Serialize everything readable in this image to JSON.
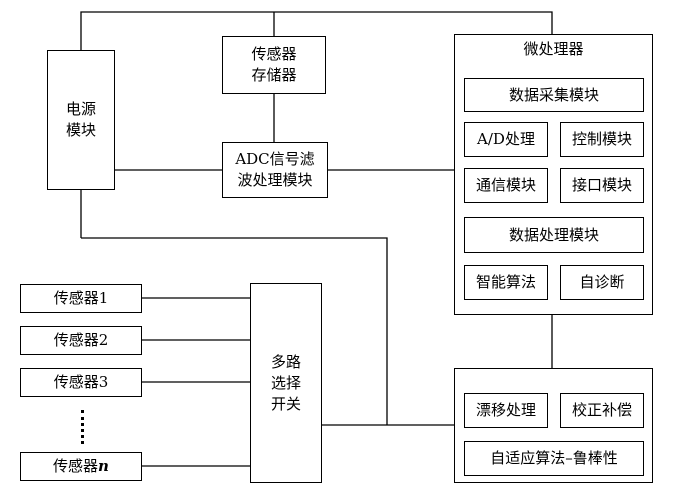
{
  "boxes": {
    "power": "电源\n模块",
    "sensor_memory": "传感器\n存储器",
    "adc_filter": "ADC信号滤\n波处理模块",
    "mcu_title": "微处理器",
    "data_acq": "数据采集模块",
    "ad": "A/D处理",
    "control": "控制模块",
    "comm": "通信模块",
    "interface": "接口模块",
    "data_proc": "数据处理模块",
    "smart_alg": "智能算法",
    "self_diag": "自诊断",
    "mux": "多路\n选择\n开关",
    "drift": "漂移处理",
    "calib": "校正补偿",
    "adaptive": "自适应算法–鲁棒性"
  },
  "sensors": [
    {
      "prefix": "传感器",
      "suffix": "1"
    },
    {
      "prefix": "传感器",
      "suffix": "2"
    },
    {
      "prefix": "传感器",
      "suffix": "3"
    },
    {
      "prefix": "传感器",
      "suffix": "n"
    }
  ],
  "colors": {
    "line": "#000000",
    "fill": "#ffffff"
  }
}
